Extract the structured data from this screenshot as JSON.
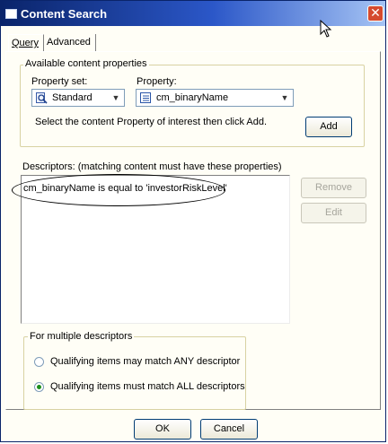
{
  "window": {
    "title": "Content Search"
  },
  "tabs": [
    {
      "label": "Query",
      "active": true
    },
    {
      "label": "Advanced",
      "active": false
    }
  ],
  "available": {
    "group_label": "Available content properties",
    "property_set_label": "Property set:",
    "property_set_value": "Standard",
    "property_label": "Property:",
    "property_value": "cm_binaryName",
    "instruction": "Select the content Property of interest then click Add.",
    "add_label": "Add"
  },
  "descriptors": {
    "label": "Descriptors:  (matching content must have these properties)",
    "items": [
      "cm_binaryName is equal to 'investorRiskLevel'"
    ],
    "remove_label": "Remove",
    "edit_label": "Edit"
  },
  "multiple": {
    "group_label": "For multiple descriptors",
    "option_any": "Qualifying items may match ANY descriptor",
    "option_all": "Qualifying items must match ALL descriptors",
    "selected": "all"
  },
  "footer": {
    "ok_label": "OK",
    "cancel_label": "Cancel"
  },
  "icons": {
    "window": "window-icon",
    "close": "close-icon",
    "cursor": "mouse-cursor-icon",
    "property_set": "search-magnifier-icon",
    "property": "property-icon",
    "dropdown": "chevron-down-icon"
  }
}
